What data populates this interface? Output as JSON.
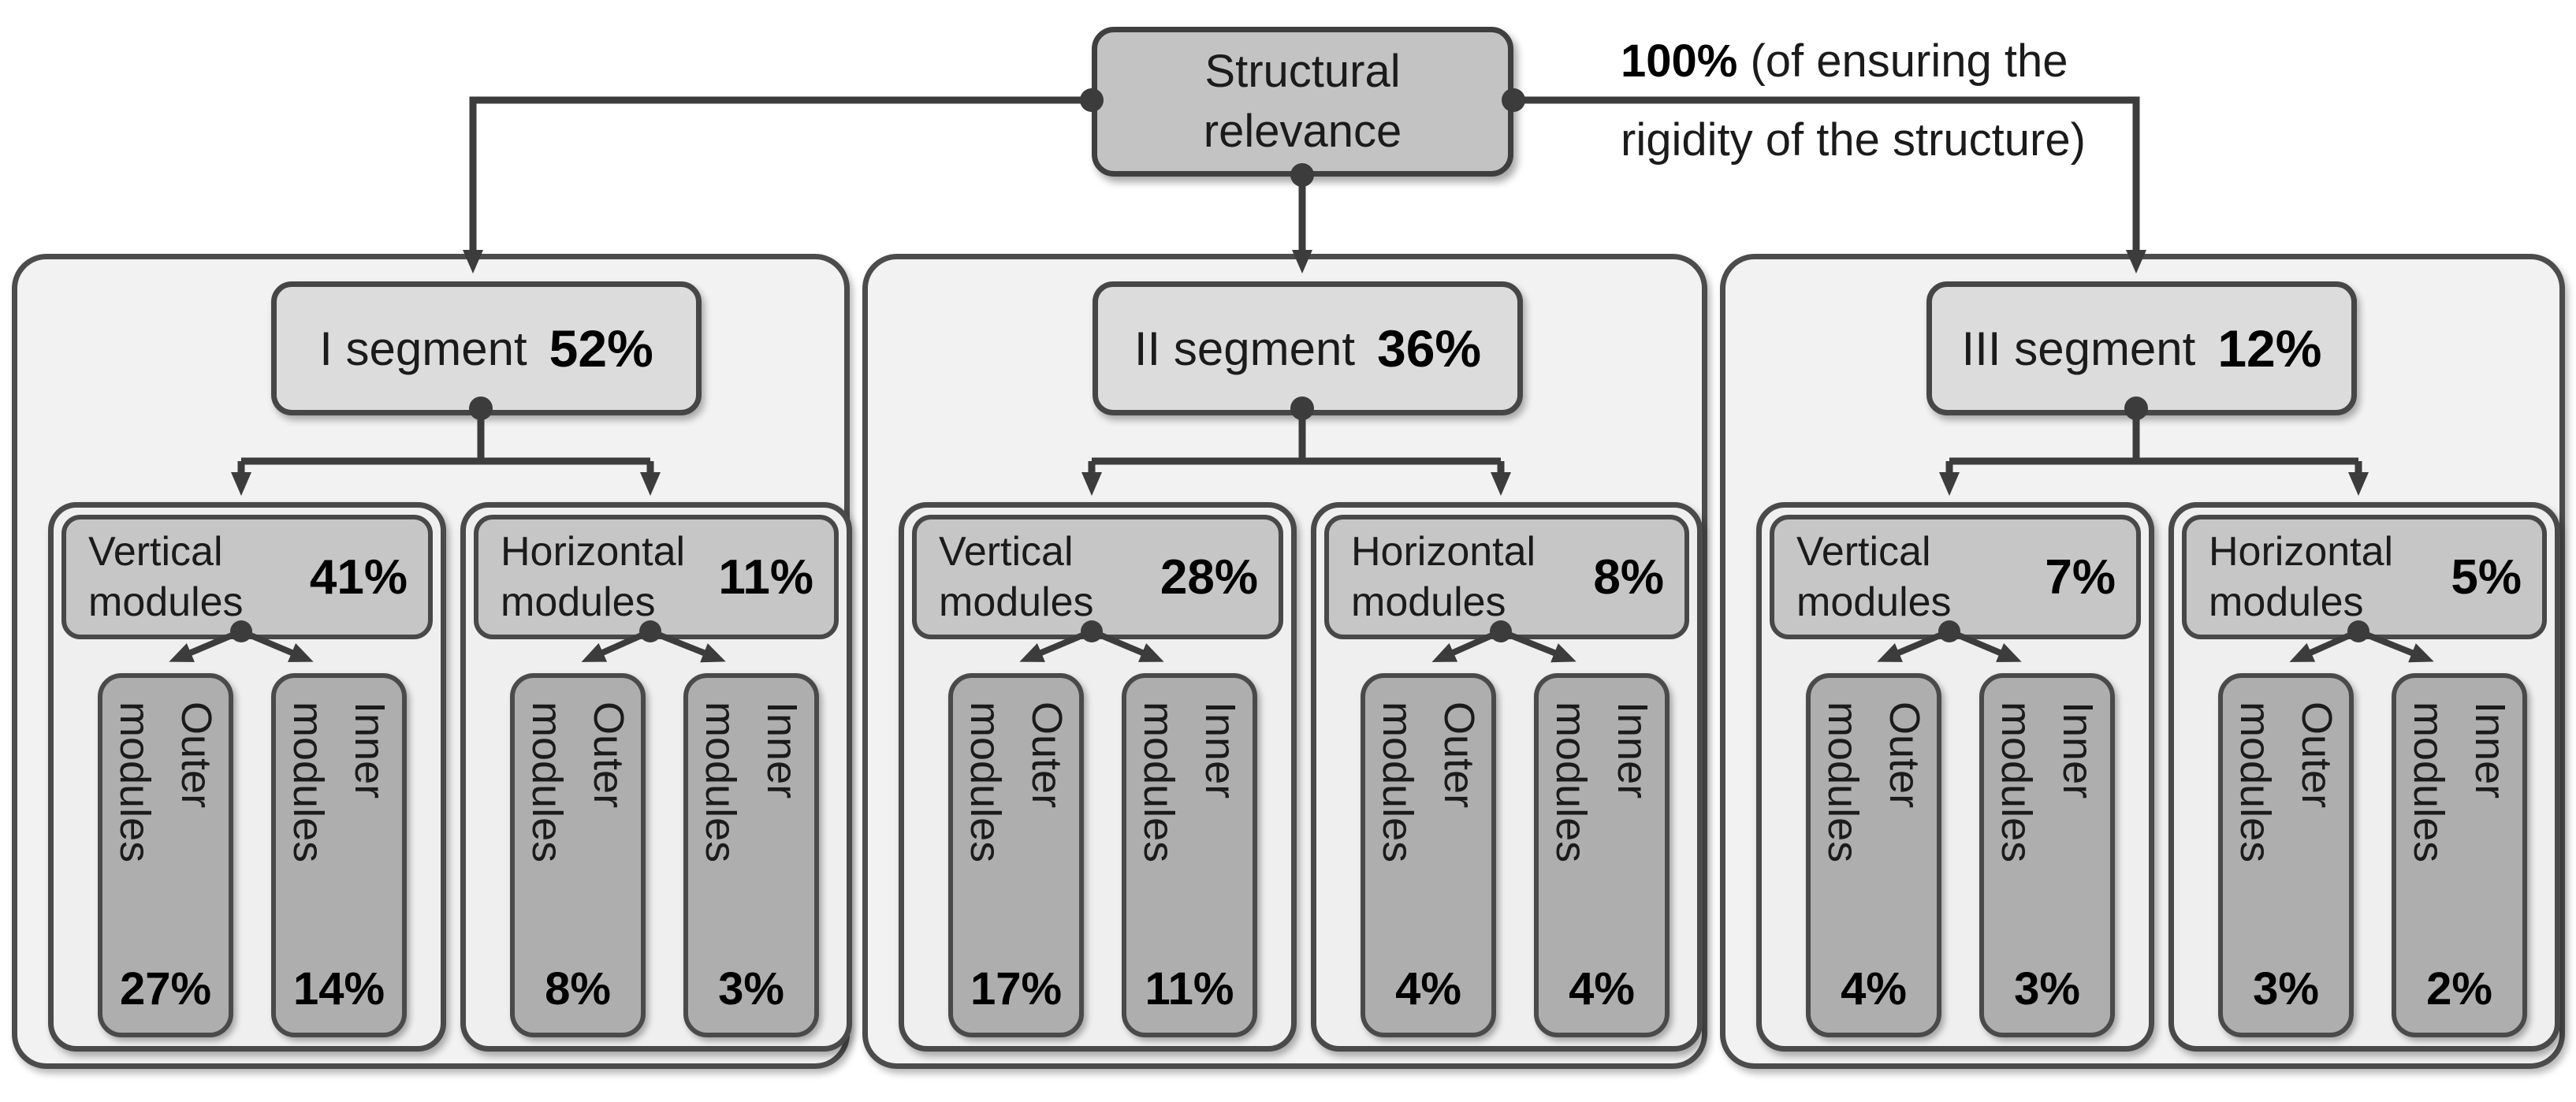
{
  "root": {
    "label": "Structural\nrelevance",
    "annotation": {
      "bold": "100%",
      "line1_rest": " (of ensuring the",
      "line2": "rigidity of the structure)"
    }
  },
  "segments": [
    {
      "label": "I segment",
      "pct": "52%",
      "groups": [
        {
          "label": "Vertical\nmodules",
          "pct": "41%",
          "leaves": [
            {
              "label": "Outer\nmodules",
              "pct": "27%"
            },
            {
              "label": "Inner\nmodules",
              "pct": "14%"
            }
          ]
        },
        {
          "label": "Horizontal\nmodules",
          "pct": "11%",
          "leaves": [
            {
              "label": "Outer\nmodules",
              "pct": "8%"
            },
            {
              "label": "Inner\nmodules",
              "pct": "3%"
            }
          ]
        }
      ]
    },
    {
      "label": "II segment",
      "pct": "36%",
      "groups": [
        {
          "label": "Vertical\nmodules",
          "pct": "28%",
          "leaves": [
            {
              "label": "Outer\nmodules",
              "pct": "17%"
            },
            {
              "label": "Inner\nmodules",
              "pct": "11%"
            }
          ]
        },
        {
          "label": "Horizontal\nmodules",
          "pct": "8%",
          "leaves": [
            {
              "label": "Outer\nmodules",
              "pct": "4%"
            },
            {
              "label": "Inner\nmodules",
              "pct": "4%"
            }
          ]
        }
      ]
    },
    {
      "label": "III segment",
      "pct": "12%",
      "groups": [
        {
          "label": "Vertical\nmodules",
          "pct": "7%",
          "leaves": [
            {
              "label": "Outer\nmodules",
              "pct": "4%"
            },
            {
              "label": "Inner\nmodules",
              "pct": "3%"
            }
          ]
        },
        {
          "label": "Horizontal\nmodules",
          "pct": "5%",
          "leaves": [
            {
              "label": "Outer\nmodules",
              "pct": "3%"
            },
            {
              "label": "Inner\nmodules",
              "pct": "2%"
            }
          ]
        }
      ]
    }
  ],
  "palette": {
    "connector": "#3c3c3c",
    "container_fill": "#f2f2f2",
    "segment_title_fill": "#dcdcdc",
    "module_title_fill": "#c6c6c6",
    "leaf_fill": "#aeaeae",
    "root_fill": "#c3c3c3"
  }
}
